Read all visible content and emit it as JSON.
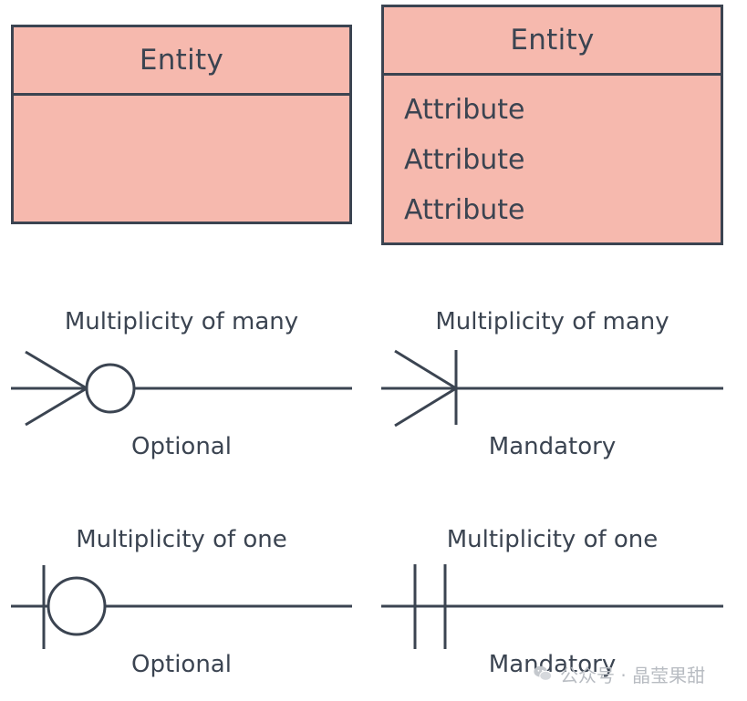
{
  "entities": [
    {
      "title": "Entity",
      "attributes": []
    },
    {
      "title": "Entity",
      "attributes": [
        "Attribute",
        "Attribute",
        "Attribute"
      ]
    }
  ],
  "notations": {
    "many_optional": {
      "top": "Multiplicity of many",
      "bottom": "Optional"
    },
    "many_mandatory": {
      "top": "Multiplicity of many",
      "bottom": "Mandatory"
    },
    "one_optional": {
      "top": "Multiplicity of one",
      "bottom": "Optional"
    },
    "one_mandatory": {
      "top": "Multiplicity of one",
      "bottom": "Mandatory"
    }
  },
  "watermark": {
    "text": "公众号 · 晶莹果甜",
    "icon": "wechat-icon"
  },
  "colors": {
    "entity_fill": "#f6b9ae",
    "stroke": "#3b4451"
  }
}
